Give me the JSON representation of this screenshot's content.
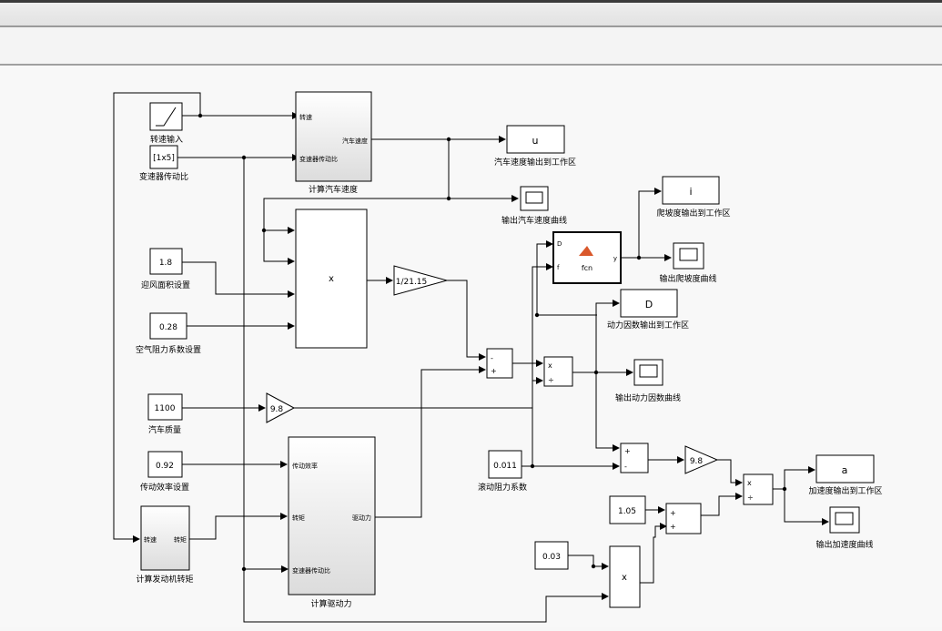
{
  "window": {},
  "blocks": {
    "ramp": {
      "caption": "转速输入"
    },
    "ratio_const": {
      "value": "[1x5]",
      "caption": "变速器传动比"
    },
    "calc_speed": {
      "in1": "转速",
      "in2": "变速器传动比",
      "out": "汽车速度",
      "caption": "计算汽车速度"
    },
    "u_out": {
      "value": "u",
      "caption": "汽车速度输出到工作区"
    },
    "scope_speed": {
      "caption": "输出汽车速度曲线"
    },
    "product_main": {
      "label": "x"
    },
    "area_const": {
      "value": "1.8",
      "caption": "迎风面积设置"
    },
    "cd_const": {
      "value": "0.28",
      "caption": "空气阻力系数设置"
    },
    "gain_21": {
      "value": "1/21.15"
    },
    "mass_const": {
      "value": "1100",
      "caption": "汽车质量"
    },
    "gain_98a": {
      "value": "9.8"
    },
    "eff_const": {
      "value": "0.92",
      "caption": "传动效率设置"
    },
    "calc_drive": {
      "in1": "传动效率",
      "in2": "转矩",
      "in3": "变速器传动比",
      "out": "驱动力",
      "caption": "计算驱动力"
    },
    "calc_torque": {
      "in1": "转速",
      "out": "转矩",
      "caption": "计算发动机转矩"
    },
    "fcn": {
      "in1": "D",
      "in2": "f",
      "out": "y",
      "label": "fcn"
    },
    "i_out": {
      "value": "i",
      "caption": "爬坡度输出到工作区"
    },
    "scope_climb": {
      "caption": "输出爬坡度曲线"
    },
    "D_out": {
      "value": "D",
      "caption": "动力因数输出到工作区"
    },
    "sum1": {
      "s1": "-",
      "s2": "+"
    },
    "div1": {
      "s1": "x",
      "s2": "÷"
    },
    "scope_D": {
      "caption": "输出动力因数曲线"
    },
    "roll_const": {
      "value": "0.011",
      "caption": "滚动阻力系数"
    },
    "sum2": {
      "s1": "+",
      "s2": "-"
    },
    "gain_98b": {
      "value": "9.8"
    },
    "div2": {
      "s1": "x",
      "s2": "÷"
    },
    "a_out": {
      "value": "a",
      "caption": "加速度输出到工作区"
    },
    "scope_a": {
      "caption": "输出加速度曲线"
    },
    "c105": {
      "value": "1.05"
    },
    "sum3": {
      "s1": "+",
      "s2": "+"
    },
    "c003": {
      "value": "0.03"
    },
    "prod2": {
      "label": "x"
    }
  }
}
